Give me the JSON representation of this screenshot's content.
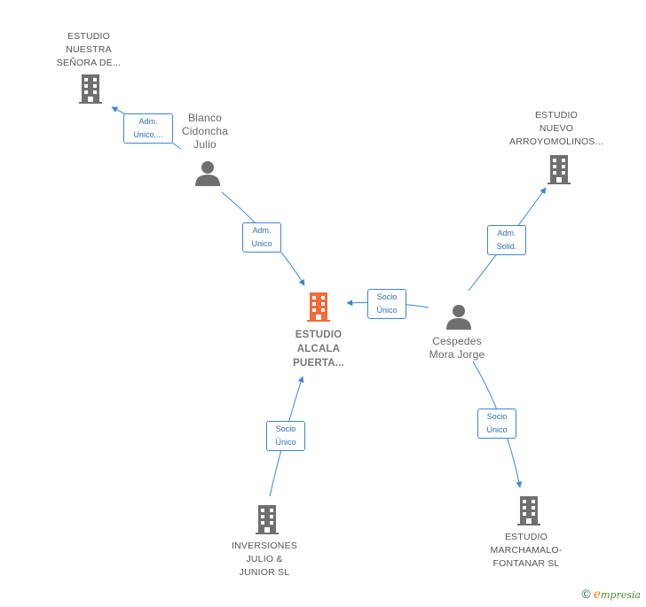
{
  "colors": {
    "edge": "#3d85d6",
    "company_icon": "#6f6f6f",
    "center_icon": "#f26b3a",
    "person_icon": "#6f6f6f"
  },
  "nodes": {
    "estudio_nuestra": {
      "label": "ESTUDIO\nNUESTRA\nSEÑORA DE...",
      "icon": "building-icon"
    },
    "blanco": {
      "label": "Blanco\nCidoncha\nJulio",
      "icon": "person-icon"
    },
    "estudio_nuevo": {
      "label": "ESTUDIO\nNUEVO\nARROYOMOLINOS...",
      "icon": "building-icon"
    },
    "estudio_alcala": {
      "label": "ESTUDIO\nALCALA\nPUERTA...",
      "icon": "building-icon"
    },
    "cespedes": {
      "label": "Cespedes\nMora Jorge",
      "icon": "person-icon"
    },
    "inversiones": {
      "label": "INVERSIONES\nJULIO &\nJUNIOR  SL",
      "icon": "building-icon"
    },
    "estudio_marchamalo": {
      "label": "ESTUDIO\nMARCHAMALO-\nFONTANAR  SL",
      "icon": "building-icon"
    }
  },
  "edges": {
    "blanco_to_nuestra": {
      "label": "Adm.\nUnico,..."
    },
    "blanco_to_alcala": {
      "label": "Adm.\nUnico"
    },
    "cespedes_to_nuevo": {
      "label": "Adm.\nSolid."
    },
    "cespedes_to_alcala": {
      "label": "Socio\nÚnico"
    },
    "inversiones_to_alcala": {
      "label": "Socio\nÚnico"
    },
    "cespedes_to_marchamalo": {
      "label": "Socio\nÚnico"
    }
  },
  "footer": {
    "copyright_symbol": "©",
    "brand_first": "e",
    "brand_rest": "mpresia"
  }
}
